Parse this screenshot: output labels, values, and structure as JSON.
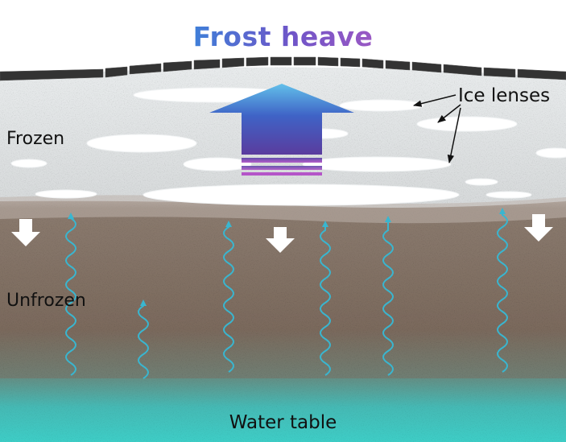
{
  "title": "Frost heave",
  "labels": {
    "frozen": "Frozen",
    "unfrozen": "Unfrozen",
    "ice_lenses": "Ice lenses",
    "water_table": "Water table"
  },
  "colors": {
    "frozen_soil": "#dfe3e4",
    "unfrozen_soil": "#7b6a5d",
    "water": "#3cc7c2",
    "surface_crust": "#333333",
    "water_path": "#39b6d0",
    "heave_arrow_top": "#5aaee4",
    "heave_arrow_bottom": "#9a4bc2"
  },
  "icons": {
    "heave_arrow": "up-arrow-icon",
    "freeze_front_arrow": "down-arrow-icon",
    "water_migration": "wavy-arrow-icon"
  }
}
